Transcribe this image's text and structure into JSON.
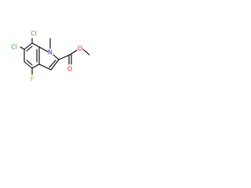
{
  "molecule": {
    "atoms": {
      "cl_top": "Cl",
      "cl_left": "Cl",
      "fluorine": "F",
      "nitrogen": "N",
      "oxygen_carbonyl": "O",
      "oxygen_ester": "O"
    },
    "colors": {
      "chlorine": "#3daa3d",
      "nitrogen": "#2b2bd6",
      "oxygen": "#e01010",
      "fluorine": "#d4a017",
      "bond": "#000000"
    }
  }
}
